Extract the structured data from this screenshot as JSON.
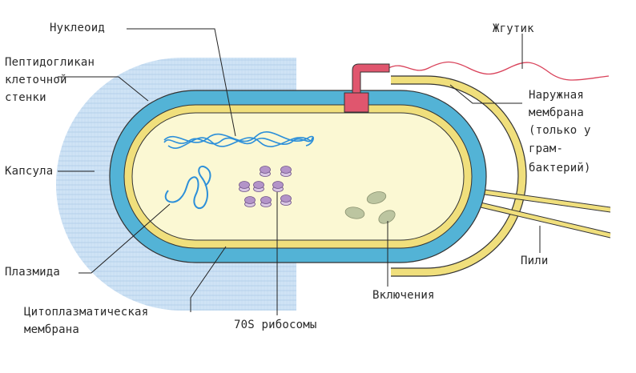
{
  "labels": {
    "nucleoid": "Нуклеоид",
    "peptidoglycan": [
      "Пептидогликан",
      "клеточной",
      "стенки"
    ],
    "capsule": "Капсула",
    "plasmid": "Плазмида",
    "cytoplasmic_membrane": [
      "Цитоплазматическая",
      "мембрана"
    ],
    "ribosomes": "70S рибосомы",
    "inclusions": "Включения",
    "pili": "Пили",
    "outer_membrane": [
      "Наружная",
      "мембрана",
      "(только у",
      "грам-",
      "бактерий)"
    ],
    "flagellum": "Жгутик"
  },
  "colors": {
    "capsule": "#cfe3f5",
    "capsule_stripes": "#b6d0ea",
    "peptidoglycan": "#53b3d6",
    "membrane": "#f0df7c",
    "cytoplasm": "#fbf8d3",
    "outline": "#333333",
    "nucleoid": "#2c8fd9",
    "ribosome": "#b394c8",
    "inclusion": "#bcc5a0",
    "flagellum": "#d9425a",
    "flagellum_base": "#e0566e",
    "leader": "#222222"
  }
}
